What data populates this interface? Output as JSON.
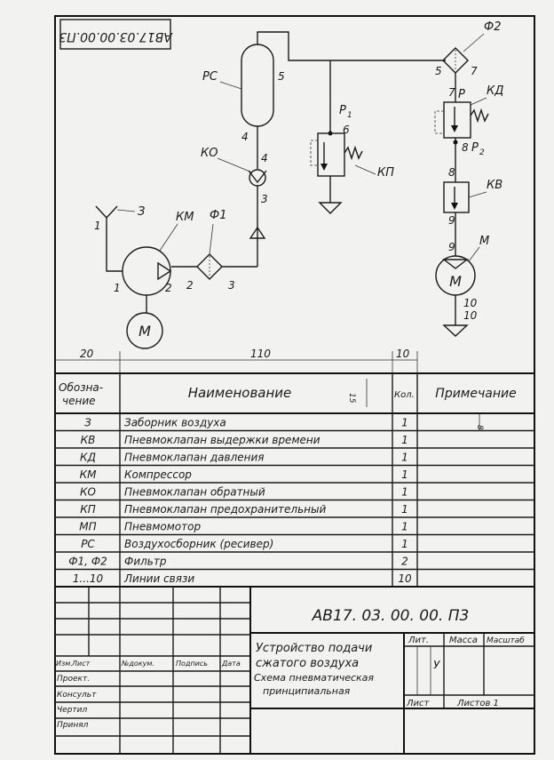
{
  "stamp_code": "АВ17.03.00.00.П3",
  "diagram": {
    "rc": "РС",
    "ko": "КО",
    "km": "КМ",
    "f1": "Ф1",
    "f2": "Ф2",
    "kp": "КП",
    "kd": "КД",
    "kv": "КВ",
    "m": "М",
    "z": "З",
    "p1": "P",
    "p1sub": "1",
    "p2": "P",
    "p2sub": "2",
    "p": "P",
    "motor": "М",
    "n": {
      "a1": "1",
      "a2": "1",
      "b2": "2",
      "c2": "2",
      "c3": "3",
      "d3": "3",
      "d4": "4",
      "e4": "4",
      "f5": "5",
      "g5": "5",
      "h6": "6",
      "i7": "7",
      "j7": "7",
      "k8": "8",
      "l8": "8",
      "m9": "9",
      "n9": "9",
      "o10": "10",
      "p10": "10"
    }
  },
  "dims": {
    "d20": "20",
    "d110": "110",
    "d10": "10",
    "d15": "15",
    "d8": "8"
  },
  "spec": {
    "headers": {
      "designation": "Обозна-",
      "designation2": "чение",
      "name": "Наименование",
      "qty": "Кол.",
      "note": "Примечание"
    },
    "rows": [
      {
        "code": "З",
        "name": "Заборник воздуха",
        "qty": "1"
      },
      {
        "code": "КВ",
        "name": "Пневмоклапан выдержки времени",
        "qty": "1"
      },
      {
        "code": "КД",
        "name": "Пневмоклапан давления",
        "qty": "1"
      },
      {
        "code": "КМ",
        "name": "Компрессор",
        "qty": "1"
      },
      {
        "code": "КО",
        "name": "Пневмоклапан обратный",
        "qty": "1"
      },
      {
        "code": "КП",
        "name": "Пневмоклапан предохранительный",
        "qty": "1"
      },
      {
        "code": "МП",
        "name": "Пневмомотор",
        "qty": "1"
      },
      {
        "code": "РС",
        "name": "Воздухосборник   (ресивер)",
        "qty": "1"
      },
      {
        "code": "Ф1, Ф2",
        "name": "Фильтр",
        "qty": "2"
      },
      {
        "code": "1...10",
        "name": "Линии связи",
        "qty": "10"
      }
    ]
  },
  "title_block": {
    "code": "АВ17. 03. 00. 00. П3",
    "title1": "Устройство подачи",
    "title2": "сжатого воздуха",
    "title3": "Схема пневматическая",
    "title4": "принципиальная",
    "cols": {
      "izm": "Изм.",
      "list": "Лист",
      "ndoc": "№докум.",
      "sign": "Подпись",
      "date": "Дата"
    },
    "roles": [
      "Проект.",
      "Консульт",
      "Чертил",
      "Принял"
    ],
    "lit": "Лит.",
    "mass": "Масса",
    "scale": "Масштаб",
    "lit_value": "У",
    "sheet": "Лист",
    "sheets": "Листов 1"
  }
}
